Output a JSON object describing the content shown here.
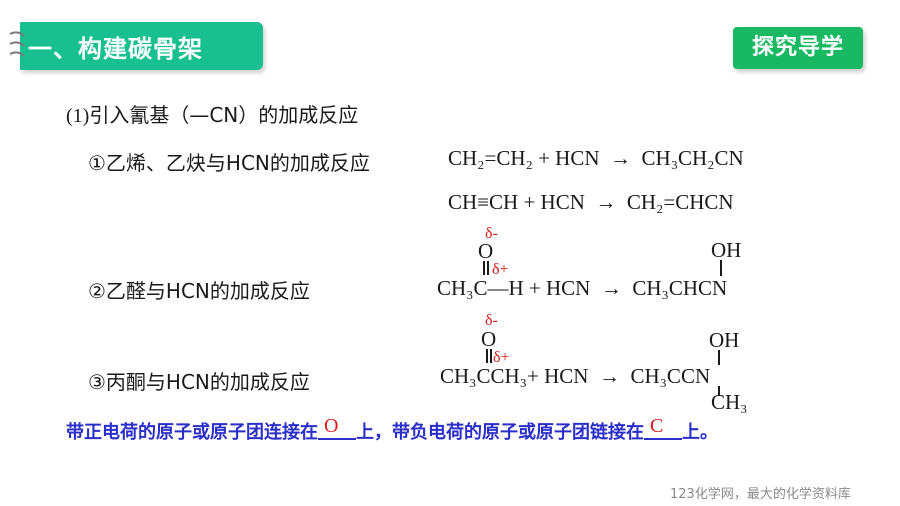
{
  "header": {
    "section_title": "一、构建碳骨架",
    "badge": "探究导学"
  },
  "topic": {
    "number": "(1)",
    "text": "引入氰基（—CN）的加成反应"
  },
  "reactions": {
    "r1": {
      "label": "①乙烯、乙炔与HCN的加成反应",
      "eq1": {
        "reactant": "CH₂=CH₂ +  HCN",
        "arrow": "→",
        "product": "CH₃CH₂CN"
      },
      "eq2": {
        "reactant": "CH≡CH +  HCN",
        "arrow": "→",
        "product": "CH₂=CHCN"
      }
    },
    "r2": {
      "label": "②乙醛与HCN的加成反应",
      "reactant": "CH₃C—H +  HCN",
      "arrow": "→",
      "product": "CH₃CHCN",
      "oxygen": "O",
      "delta_minus": "δ-",
      "delta_plus": "δ+",
      "product_group": "OH"
    },
    "r3": {
      "label": "③丙酮与HCN的加成反应",
      "reactant": "CH₃CCH₃+  HCN",
      "arrow": "→",
      "product": "CH₃CCN",
      "oxygen": "O",
      "delta_minus": "δ-",
      "delta_plus": "δ+",
      "product_group_top": "OH",
      "product_group_bottom": "CH₃"
    }
  },
  "conclusion": {
    "part1": "带正电荷的原子或原子团连接在",
    "answer1": "O",
    "part2": "上，带负电荷的原子或原子团链接在",
    "answer2": "C",
    "part3": "上。"
  },
  "watermark": "123化学网，最大的化学资料库",
  "colors": {
    "tab_green": "#18bf8f",
    "badge_green": "#19b863",
    "conclusion_blue": "#2b2fc9",
    "answer_red": "#d81b1b"
  }
}
